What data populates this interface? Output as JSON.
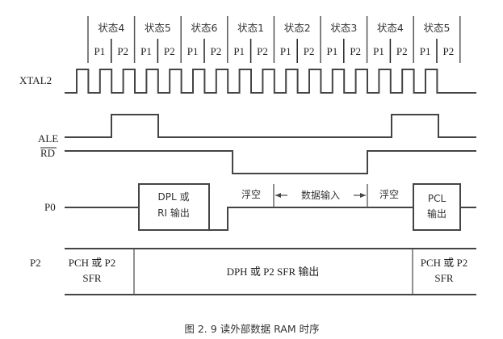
{
  "states": [
    "状态4",
    "状态5",
    "状态6",
    "状态1",
    "状态2",
    "状态3",
    "状态4",
    "状态5"
  ],
  "phases": [
    "P1",
    "P2"
  ],
  "signals": {
    "xtal2": "XTAL2",
    "ale": "ALE",
    "rd": "RD",
    "p0": "P0",
    "p2": "P2"
  },
  "p0_labels": {
    "dpl_line1": "DPL 或",
    "dpl_line2": "RI 输出",
    "float1": "浮空",
    "data_in": "数据输入",
    "float2": "浮空",
    "pcl_line1": "PCL",
    "pcl_line2": "输出"
  },
  "p2_labels": {
    "left_line1": "PCH 或 P2",
    "left_line2": "SFR",
    "middle": "DPH 或 P2 SFR 输出",
    "right_line1": "PCH 或 P2",
    "right_line2": "SFR"
  },
  "caption": "图 2. 9    读外部数据  RAM 时序"
}
